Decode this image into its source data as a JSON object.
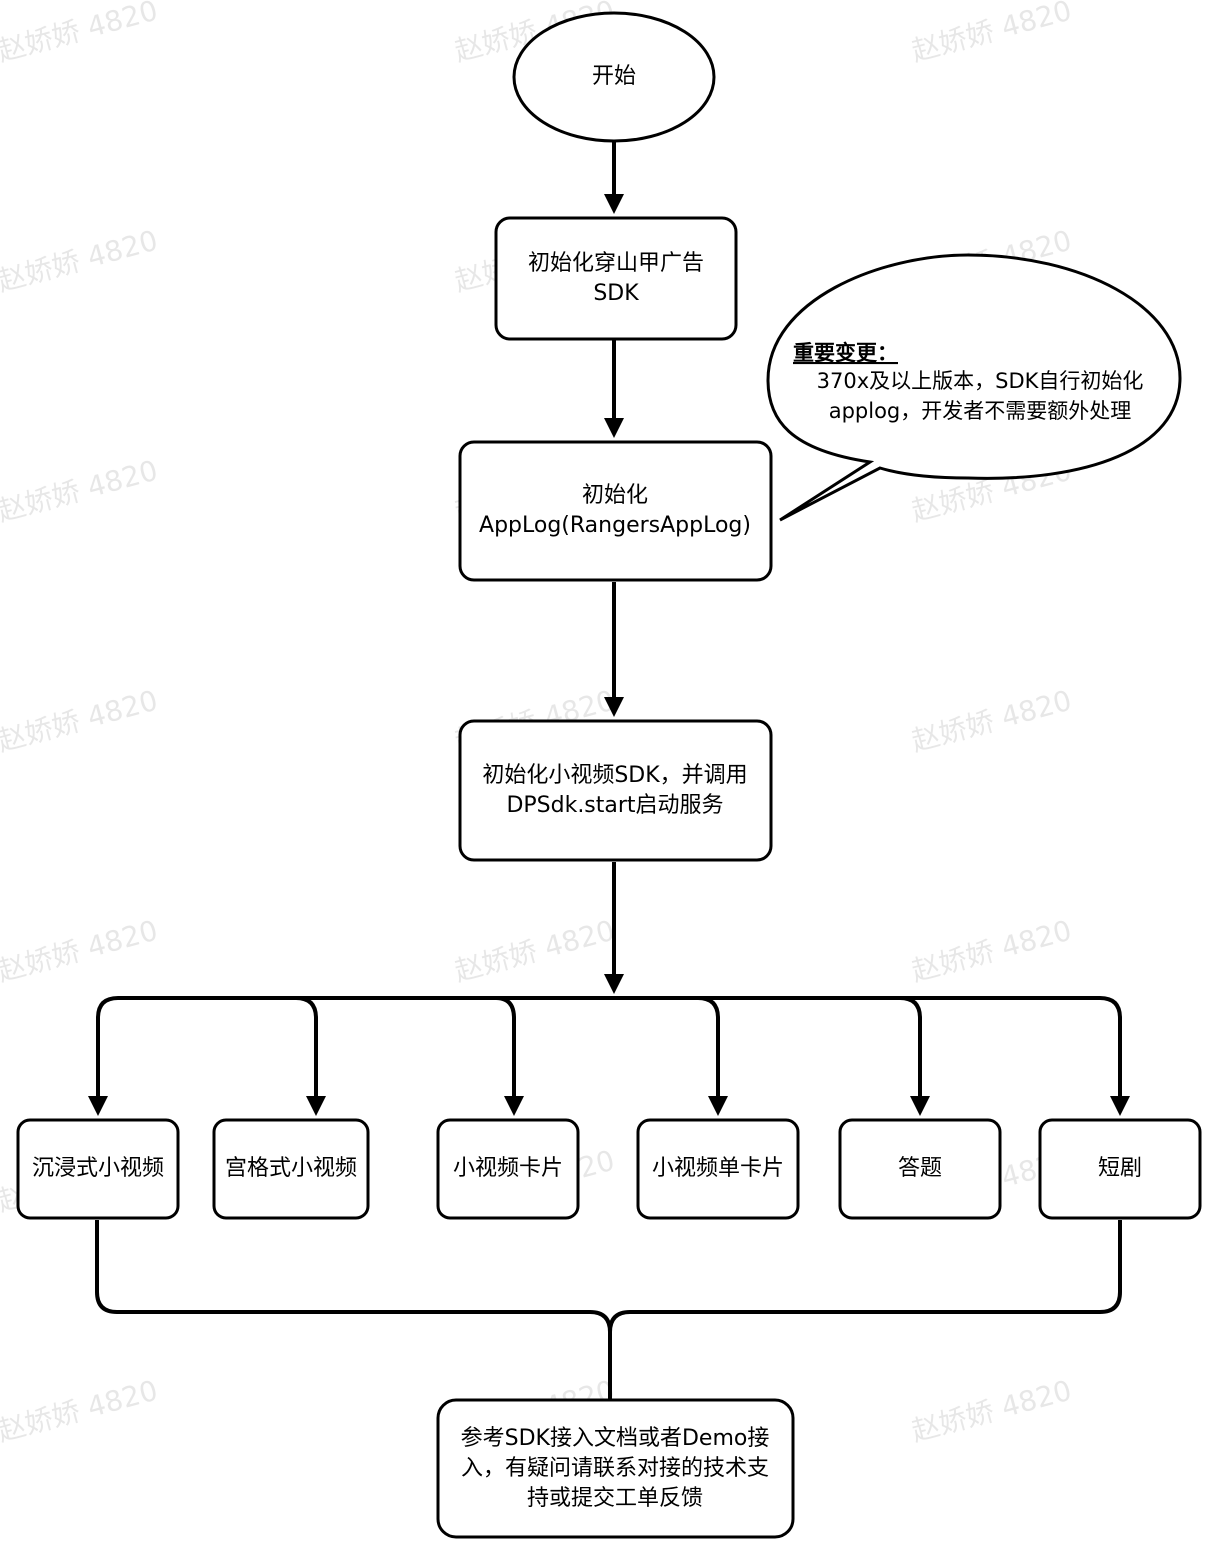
{
  "nodes": {
    "start": {
      "lines": [
        "开始"
      ]
    },
    "init_ad_sdk": {
      "lines": [
        "初始化穿山甲广告",
        "SDK"
      ]
    },
    "init_applog": {
      "lines": [
        "初始化",
        "AppLog(RangersAppLog)"
      ]
    },
    "init_video_sdk": {
      "lines": [
        "初始化小视频SDK，并调用",
        "DPSdk.start启动服务"
      ]
    },
    "immersive": {
      "lines": [
        "沉浸式小视频"
      ]
    },
    "grid": {
      "lines": [
        "宫格式小视频"
      ]
    },
    "card": {
      "lines": [
        "小视频卡片"
      ]
    },
    "single_card": {
      "lines": [
        "小视频单卡片"
      ]
    },
    "quiz": {
      "lines": [
        "答题"
      ]
    },
    "drama": {
      "lines": [
        "短剧"
      ]
    },
    "reference": {
      "lines": [
        "参考SDK接入文档或者Demo接",
        "入，有疑问请联系对接的技术支",
        "持或提交工单反馈"
      ]
    }
  },
  "callout": {
    "title": "重要变更：",
    "lines": [
      "370x及以上版本，SDK自行初始化",
      "applog，开发者不需要额外处理"
    ]
  },
  "watermark": "赵娇娇 4820"
}
